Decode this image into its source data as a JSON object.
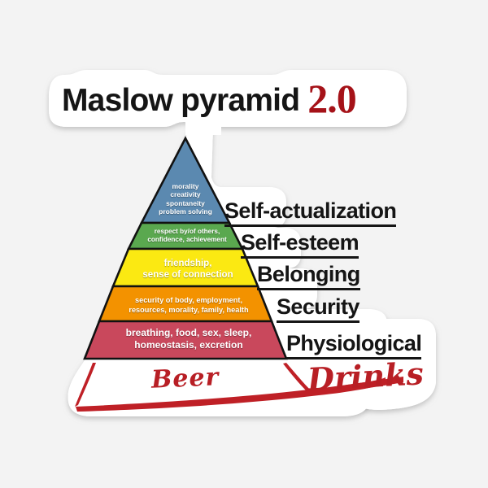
{
  "background_color": "#f3f3f3",
  "sticker": {
    "shape": "die-cut-sticker",
    "border_color": "#ffffff"
  },
  "title": {
    "main": "Maslow pyramid",
    "version": "2.0",
    "main_color": "#151515",
    "version_color": "#a51218"
  },
  "pyramid": {
    "outline_color": "#111111",
    "levels": [
      {
        "index": 0,
        "name": "self-actualization",
        "color": "#5b89b0",
        "caption_lines": [
          "morality",
          "creativity",
          "spontaneity",
          "problem solving"
        ],
        "side_label": "Self-actualization"
      },
      {
        "index": 1,
        "name": "self-esteem",
        "color": "#5aa84f",
        "caption_lines": [
          "respect by/of others,",
          "confidence, achievement"
        ],
        "side_label": "Self-esteem"
      },
      {
        "index": 2,
        "name": "belonging",
        "color": "#fbe912",
        "caption_lines": [
          "friendship,",
          "sense of connection"
        ],
        "side_label": "Belonging"
      },
      {
        "index": 3,
        "name": "security",
        "color": "#f39200",
        "caption_lines": [
          "security of body, employment,",
          "resources, morality, family, health"
        ],
        "side_label": "Security"
      },
      {
        "index": 4,
        "name": "physiological",
        "color": "#c9485c",
        "caption_lines": [
          "breathing, food, sex, sleep,",
          "homeostasis, excretion"
        ],
        "side_label": "Physiological"
      }
    ]
  },
  "annotations": {
    "color": "#b81f25",
    "left_word": "Beer",
    "right_word": "Drinks",
    "underline_stroke": "hand-drawn-red-triangle"
  }
}
